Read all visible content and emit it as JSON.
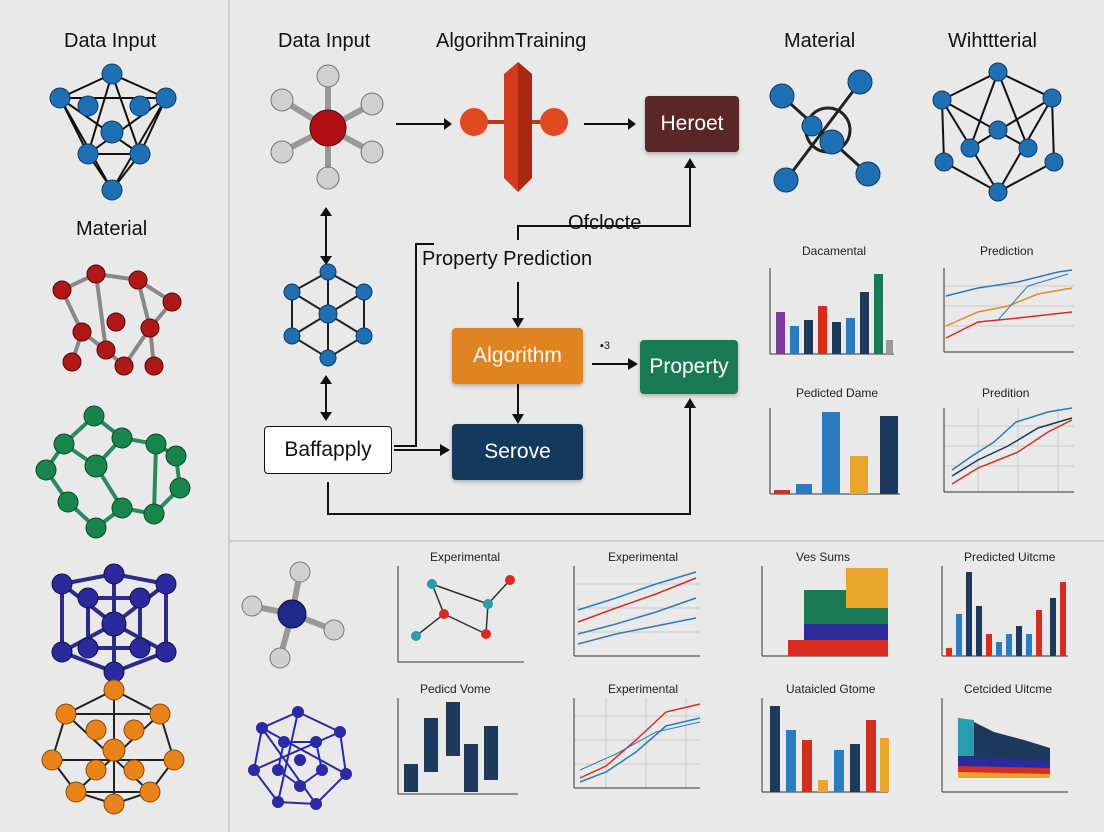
{
  "left_column": {
    "title_top": "Data Input",
    "title_mid": "Material"
  },
  "header": {
    "data_input": "Data Input",
    "algorithm_training": "AlgorihmTraining",
    "material": "Material",
    "whtterial": "Wihttterial"
  },
  "flow": {
    "heroet": "Heroet",
    "ofclocte": "Ofclocte",
    "property_prediction": "Property Prediction",
    "algorithm": "Algorithm",
    "property": "Property",
    "baffapply": "Baffapply",
    "serove": "Serove",
    "mini_tag": "▪3"
  },
  "charts": {
    "c1": "Dacamental",
    "c2": "Prediction",
    "c3": "Pedicted Dame",
    "c4": "Predition",
    "c5": "Experimental",
    "c6": "Experimental",
    "c7": "Ves Sums",
    "c8": "Predicted Uitcme",
    "c9": "Pedicd Vome",
    "c10": "Experimental",
    "c11": "Uataicled Gtome",
    "c12": "Cetcided Uitcme"
  },
  "colors": {
    "red": "#d62d20",
    "blue": "#2b7bbf",
    "navy": "#1d3a5c",
    "orange": "#e58a1f",
    "green": "#1a7a55",
    "maroon": "#5a2626",
    "purple": "#7c3a9e"
  }
}
